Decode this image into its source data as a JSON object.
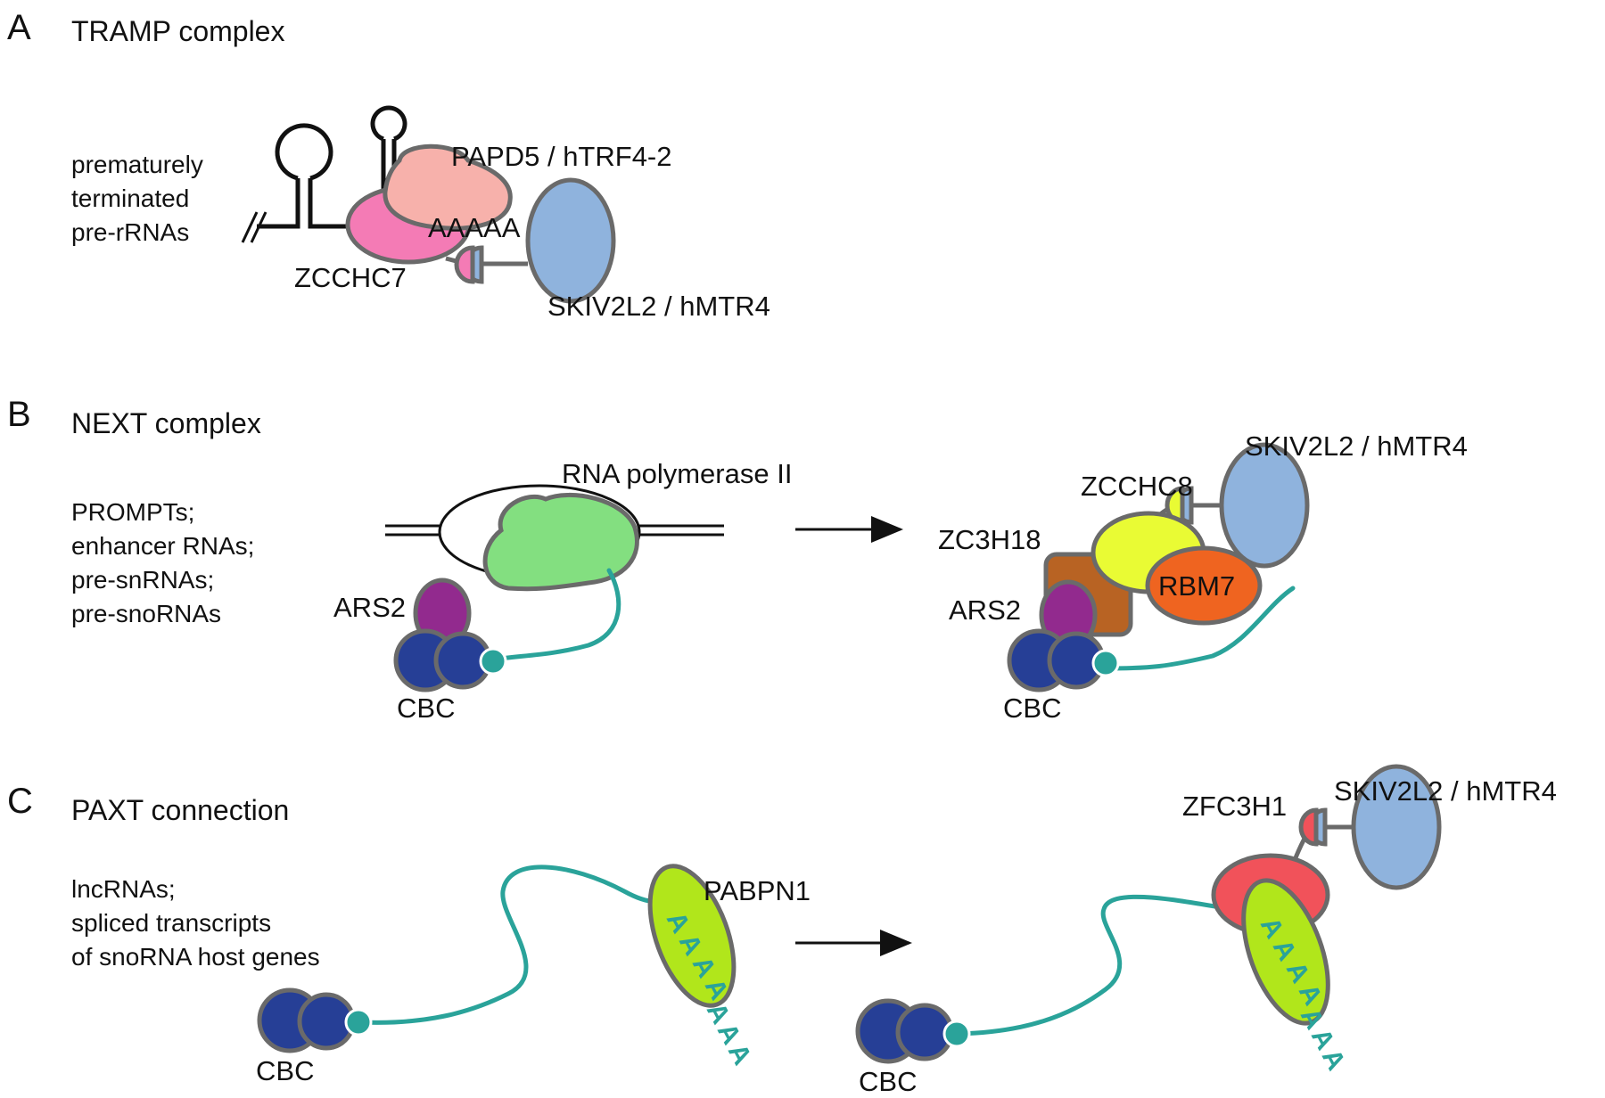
{
  "colors": {
    "papd5": "#f7b1ab",
    "zcchc7": "#f47bb5",
    "mtr4": "#8fb3dd",
    "pol2": "#83df80",
    "ars2": "#922a8e",
    "cbc": "#263f96",
    "rna": "#2aa39a",
    "zcchc8": "#e9fb34",
    "zc3h18": "#b86323",
    "rbm7": "#ef6420",
    "zfc3h1": "#f1525a",
    "pabpn1": "#b1e61b",
    "outline": "#6a6a6a"
  },
  "panel_a": {
    "letter": "A",
    "title": "TRAMP complex",
    "substrate_lines": [
      "prematurely",
      "terminated",
      "pre-rRNAs"
    ],
    "papd5_label": "PAPD5 / hTRF4-2",
    "polyA_text": "AAAAA",
    "zcchc7_label": "ZCCHC7",
    "mtr4_label": "SKIV2L2 / hMTR4"
  },
  "panel_b": {
    "letter": "B",
    "title": "NEXT complex",
    "substrate_lines": [
      "PROMPTs;",
      "enhancer RNAs;",
      "pre-snRNAs;",
      "pre-snoRNAs"
    ],
    "pol2_label": "RNA polymerase II",
    "ars2_label": "ARS2",
    "cbc_label": "CBC",
    "mtr4_label": "SKIV2L2 / hMTR4",
    "zcchc8_label": "ZCCHC8",
    "zc3h18_label": "ZC3H18",
    "rbm7_label": "RBM7",
    "ars2_label_right": "ARS2",
    "cbc_label_right": "CBC"
  },
  "panel_c": {
    "letter": "C",
    "title": "PAXT connection",
    "substrate_lines": [
      "lncRNAs;",
      "spliced transcripts",
      "of snoRNA host genes"
    ],
    "pabpn1_label": "PABPN1",
    "cbc_label": "CBC",
    "cbc_label_right": "CBC",
    "zfc3h1_label": "ZFC3H1",
    "mtr4_label": "SKIV2L2 / hMTR4",
    "polyA_letters": [
      "A",
      "A",
      "A",
      "A",
      "A",
      "A",
      "A"
    ]
  }
}
